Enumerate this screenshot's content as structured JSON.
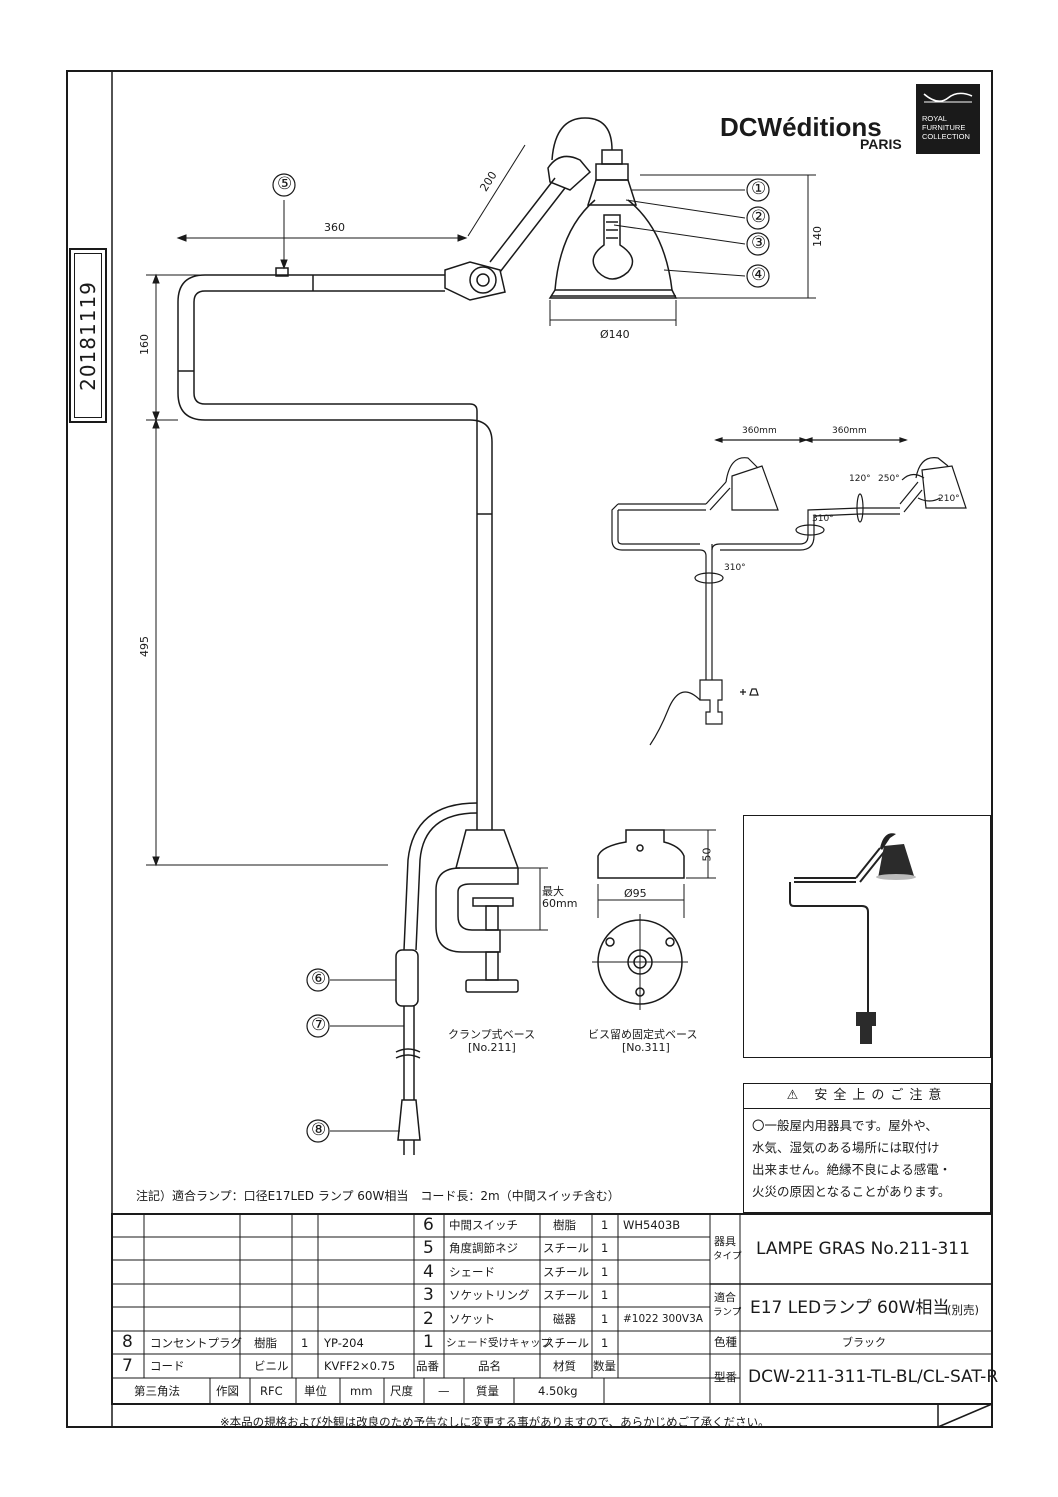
{
  "doc_date": "20181119",
  "brand": {
    "name": "DCWéditions",
    "city": "PARIS",
    "badge_lines": [
      "ROYAL",
      "FURNITURE",
      "COLLECTION"
    ]
  },
  "dimensions": {
    "arm_upper": "360",
    "arm_forearm": "200",
    "shade_height": "140",
    "shade_diameter": "Ø140",
    "drop_short": "160",
    "drop_long": "495",
    "clamp_max": "最大",
    "clamp_max_value": "60mm",
    "base_height": "50",
    "base_diameter": "Ø95"
  },
  "callouts": [
    "①",
    "②",
    "③",
    "④",
    "⑤",
    "⑥",
    "⑦",
    "⑧"
  ],
  "rotation": {
    "span_a": "360mm",
    "span_b": "360mm",
    "angle_120": "120°",
    "angle_250": "250°",
    "angle_210": "210°",
    "angle_310_arm": "310°",
    "angle_310_post": "310°"
  },
  "bases": {
    "clamp_label": "クランプ式ベース",
    "clamp_no": "[No.211]",
    "screw_label": "ビス留め固定式ベース",
    "screw_no": "[No.311]"
  },
  "warning": {
    "title": "⚠ 安全上のご注意",
    "lines": [
      "〇一般屋内用器具です。屋外や、",
      "水気、湿気のある場所には取付け",
      "出来ません。絶縁不良による感電・",
      "火災の原因となることがあります。"
    ]
  },
  "note": "注記）適合ランプ：口径E17LED ランプ 60W相当　コード長：2m（中間スイッチ含む）",
  "parts": [
    {
      "no": "6",
      "name": "中間スイッチ",
      "material": "樹脂",
      "qty": "1",
      "remark": "WH5403B"
    },
    {
      "no": "5",
      "name": "角度調節ネジ",
      "material": "スチール",
      "qty": "1",
      "remark": ""
    },
    {
      "no": "4",
      "name": "シェード",
      "material": "スチール",
      "qty": "1",
      "remark": ""
    },
    {
      "no": "3",
      "name": "ソケットリング",
      "material": "スチール",
      "qty": "1",
      "remark": ""
    },
    {
      "no": "2",
      "name": "ソケット",
      "material": "磁器",
      "qty": "1",
      "remark": "#1022 300V3A"
    },
    {
      "no": "1",
      "name": "シェード受けキャップ",
      "material": "スチール",
      "qty": "1",
      "remark": ""
    }
  ],
  "parts_left": [
    {
      "no": "8",
      "name": "コンセントプラグ",
      "material": "樹脂",
      "qty": "1",
      "remark": "YP-204"
    },
    {
      "no": "7",
      "name": "コード",
      "material": "ビニル",
      "qty": "",
      "remark": "KVFF2×0.75"
    }
  ],
  "headers": {
    "no": "品番",
    "name": "品名",
    "material": "材質",
    "qty": "数量"
  },
  "titleblock": {
    "projection": "第三角法",
    "drawn_label": "作図",
    "drawn_by": "RFC",
    "unit_label": "単位",
    "unit": "mm",
    "scale_label": "尺度",
    "scale": "—",
    "weight_label": "質量",
    "weight": "4.50kg",
    "type_label_a": "器具",
    "type_label_b": "タイプ",
    "type_value": "LAMPE GRAS No.211-311",
    "lamp_label_a": "適合",
    "lamp_label_b": "ランプ",
    "lamp_value": "E17 LEDランプ 60W相当",
    "lamp_sold": "(別売)",
    "color_label": "色種",
    "color_value": "ブラック",
    "model_label": "型番",
    "model_value": "DCW-211-311-TL-BL/CL-SAT-R"
  },
  "footer": "※本品の規格および外観は改良のため予告なしに変更する事がありますので、あらかじめご了承ください。"
}
